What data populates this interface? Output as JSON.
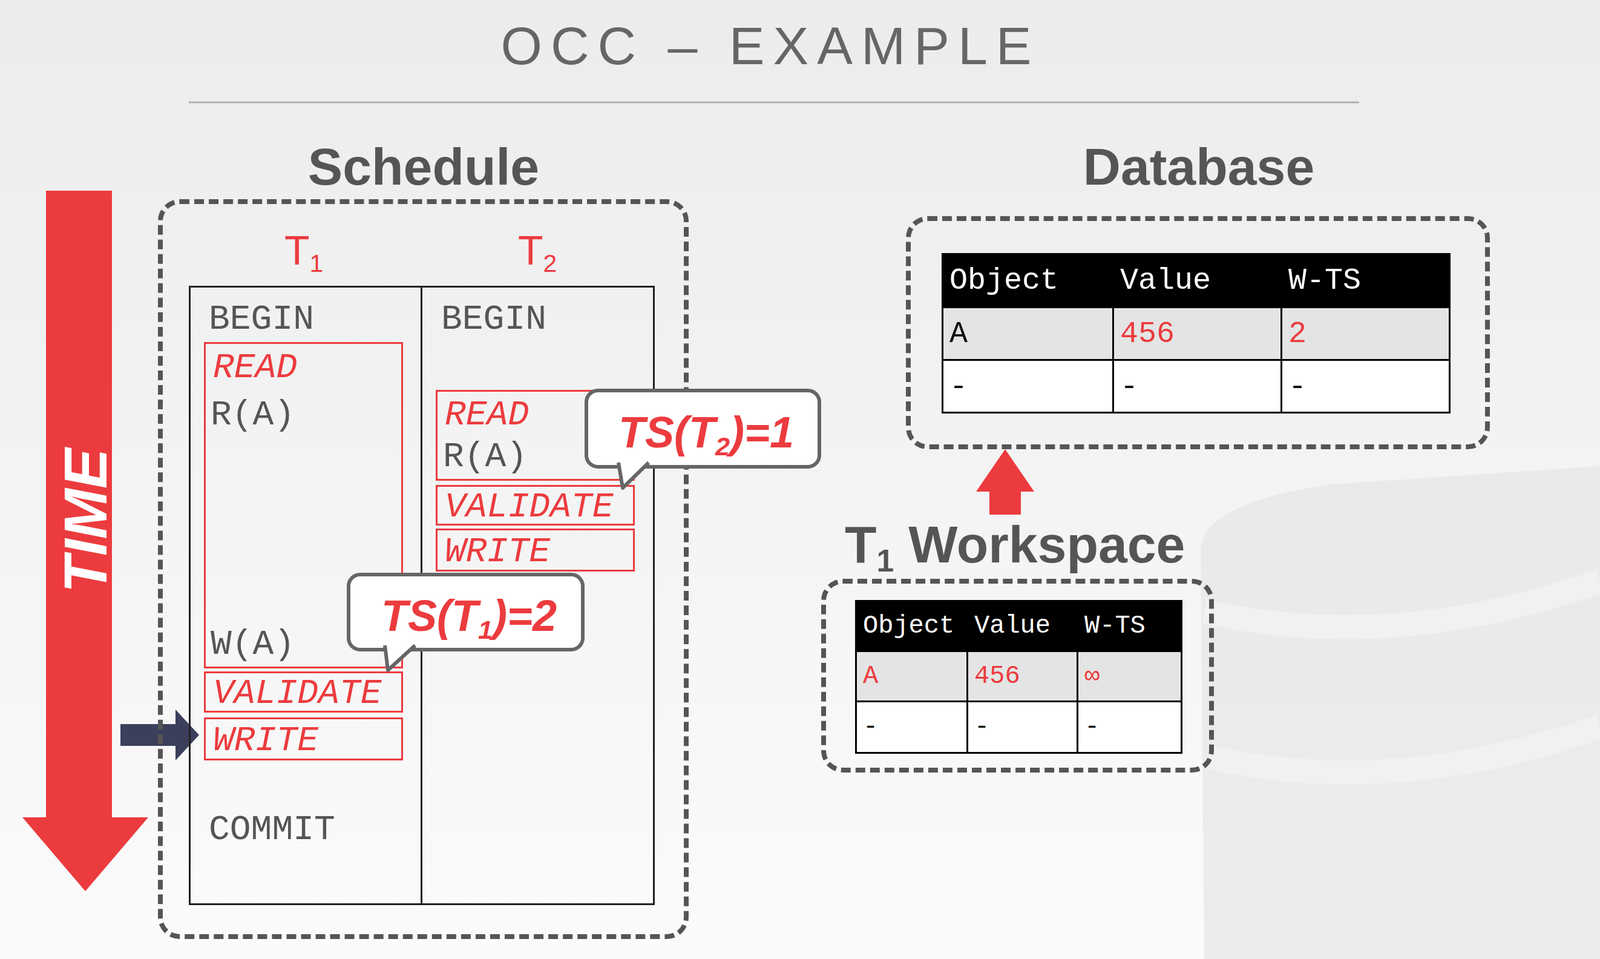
{
  "diagram": {
    "title": "OCC – EXAMPLE",
    "nodes": [
      {
        "text": [
          "Schedule"
        ]
      },
      {
        "text": [
          "T1",
          "BEGIN",
          "COMMIT"
        ],
        "in": 0
      },
      {
        "text": [
          "READ",
          "R(A)",
          "W(A)"
        ],
        "in": 1
      },
      {
        "text": [
          "VALIDATE"
        ],
        "in": 1
      },
      {
        "text": [
          "WRITE"
        ],
        "in": 1
      },
      {
        "text": [
          "T2",
          "BEGIN"
        ],
        "in": 0
      },
      {
        "text": [
          "READ",
          "R(A)"
        ],
        "in": 5
      },
      {
        "text": [
          "VALIDATE"
        ],
        "in": 5
      },
      {
        "text": [
          "WRITE"
        ],
        "in": 5
      },
      {
        "text": [
          "TS(T2)=1"
        ]
      },
      {
        "text": [
          "TS(T1)=2"
        ]
      },
      {
        "text": [
          "Database"
        ]
      },
      {
        "text": [
          "T1 Workspace"
        ]
      }
    ],
    "edges": [
      {
        "from": 12,
        "to": 11,
        "arrow": "to"
      }
    ],
    "labels": [
      "TIME",
      "Object",
      "Value",
      "W-TS",
      "A",
      "456",
      "2",
      "-",
      "-",
      "-",
      "Object",
      "Value",
      "W-TS",
      "A",
      "456",
      "∞",
      "-",
      "-",
      "-"
    ]
  }
}
